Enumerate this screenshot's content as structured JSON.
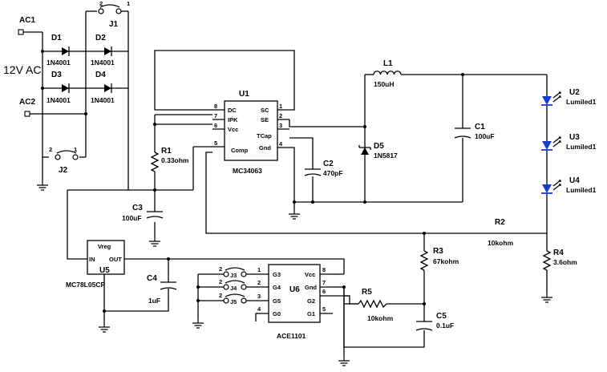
{
  "supply_label": "12V AC",
  "ports": [
    {
      "id": "ac1",
      "label": "AC1"
    },
    {
      "id": "ac2",
      "label": "AC2"
    }
  ],
  "jumpers": [
    {
      "id": "j1",
      "label": "J1",
      "pin_a": "2",
      "pin_b": "1"
    },
    {
      "id": "j2",
      "label": "J2",
      "pin_a": "2",
      "pin_b": "1"
    },
    {
      "id": "j3",
      "label": "J3",
      "pin": "2"
    },
    {
      "id": "j4",
      "label": "J4",
      "pin": "2"
    },
    {
      "id": "j5",
      "label": "J5",
      "pin": "2"
    }
  ],
  "diodes": [
    {
      "id": "d1",
      "label": "D1",
      "value": "1N4001"
    },
    {
      "id": "d2",
      "label": "D2",
      "value": "1N4001"
    },
    {
      "id": "d3",
      "label": "D3",
      "value": "1N4001"
    },
    {
      "id": "d4",
      "label": "D4",
      "value": "1N4001"
    },
    {
      "id": "d5",
      "label": "D5",
      "value": "1N5817"
    }
  ],
  "resistors": [
    {
      "id": "r1",
      "label": "R1",
      "value": "0.33ohm"
    },
    {
      "id": "r2",
      "label": "R2",
      "value": "10kohm"
    },
    {
      "id": "r3",
      "label": "R3",
      "value": "67kohm"
    },
    {
      "id": "r4",
      "label": "R4",
      "value": "3.6ohm"
    },
    {
      "id": "r5",
      "label": "R5",
      "value": "10kohm"
    }
  ],
  "capacitors": [
    {
      "id": "c1",
      "label": "C1",
      "value": "100uF"
    },
    {
      "id": "c2",
      "label": "C2",
      "value": "470pF"
    },
    {
      "id": "c3",
      "label": "C3",
      "value": "100uF"
    },
    {
      "id": "c4",
      "label": "C4",
      "value": "1uF"
    },
    {
      "id": "c5",
      "label": "C5",
      "value": "0.1uF"
    }
  ],
  "inductor": {
    "label": "L1",
    "value": "150uH"
  },
  "leds": [
    {
      "id": "u2",
      "label": "U2",
      "value": "Lumiled1"
    },
    {
      "id": "u3",
      "label": "U3",
      "value": "Lumiled1"
    },
    {
      "id": "u4",
      "label": "U4",
      "value": "Lumiled1"
    }
  ],
  "u1": {
    "label": "U1",
    "part": "MC34063",
    "left_pins": [
      {
        "num": "8",
        "name": "DC"
      },
      {
        "num": "7",
        "name": "IPK"
      },
      {
        "num": "6",
        "name": "Vcc"
      },
      {
        "num": "5",
        "name": "Comp"
      }
    ],
    "right_pins": [
      {
        "num": "1",
        "name": "SC"
      },
      {
        "num": "2",
        "name": "SE"
      },
      {
        "num": "3",
        "name": "TCap"
      },
      {
        "num": "4",
        "name": "Gnd"
      }
    ]
  },
  "u5": {
    "label": "U5",
    "part": "MC78L05CP",
    "in": "IN",
    "out": "OUT",
    "title": "Vreg"
  },
  "u6": {
    "label": "U6",
    "part": "ACE1101",
    "left_pins": [
      {
        "num": "1",
        "name": "G3"
      },
      {
        "num": "2",
        "name": "G4"
      },
      {
        "num": "3",
        "name": "G5"
      },
      {
        "num": "4",
        "name": "G0"
      }
    ],
    "right_pins": [
      {
        "num": "8",
        "name": "Vcc"
      },
      {
        "num": "7",
        "name": "Gnd"
      },
      {
        "num": "6",
        "name": "G2"
      },
      {
        "num": "5",
        "name": "G1"
      }
    ]
  },
  "colors": {
    "wire": "#000000",
    "led": "#1a3ccc"
  }
}
